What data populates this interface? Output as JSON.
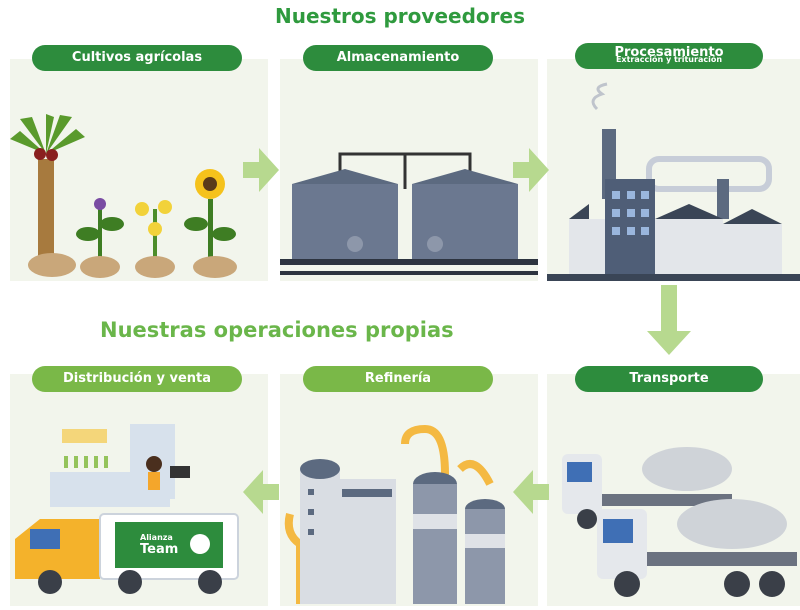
{
  "titles": {
    "suppliers": "Nuestros proveedores",
    "own_operations": "Nuestras operaciones propias"
  },
  "stages": [
    {
      "label": "Cultivos agrícolas",
      "subtitle": ""
    },
    {
      "label": "Almacenamiento",
      "subtitle": ""
    },
    {
      "label": "Procesamiento",
      "subtitle": "Extracción y trituración"
    },
    {
      "label": "Transporte",
      "subtitle": ""
    },
    {
      "label": "Refinería",
      "subtitle": ""
    },
    {
      "label": "Distribución y venta",
      "subtitle": ""
    }
  ],
  "truck_brand": {
    "line1": "Alianza",
    "line2": "Team"
  },
  "colors": {
    "dark_green": "#2d8c3d",
    "light_green": "#7ab848",
    "arrow_green": "#b7d98f",
    "panel_bg": "#f2f5ec"
  }
}
